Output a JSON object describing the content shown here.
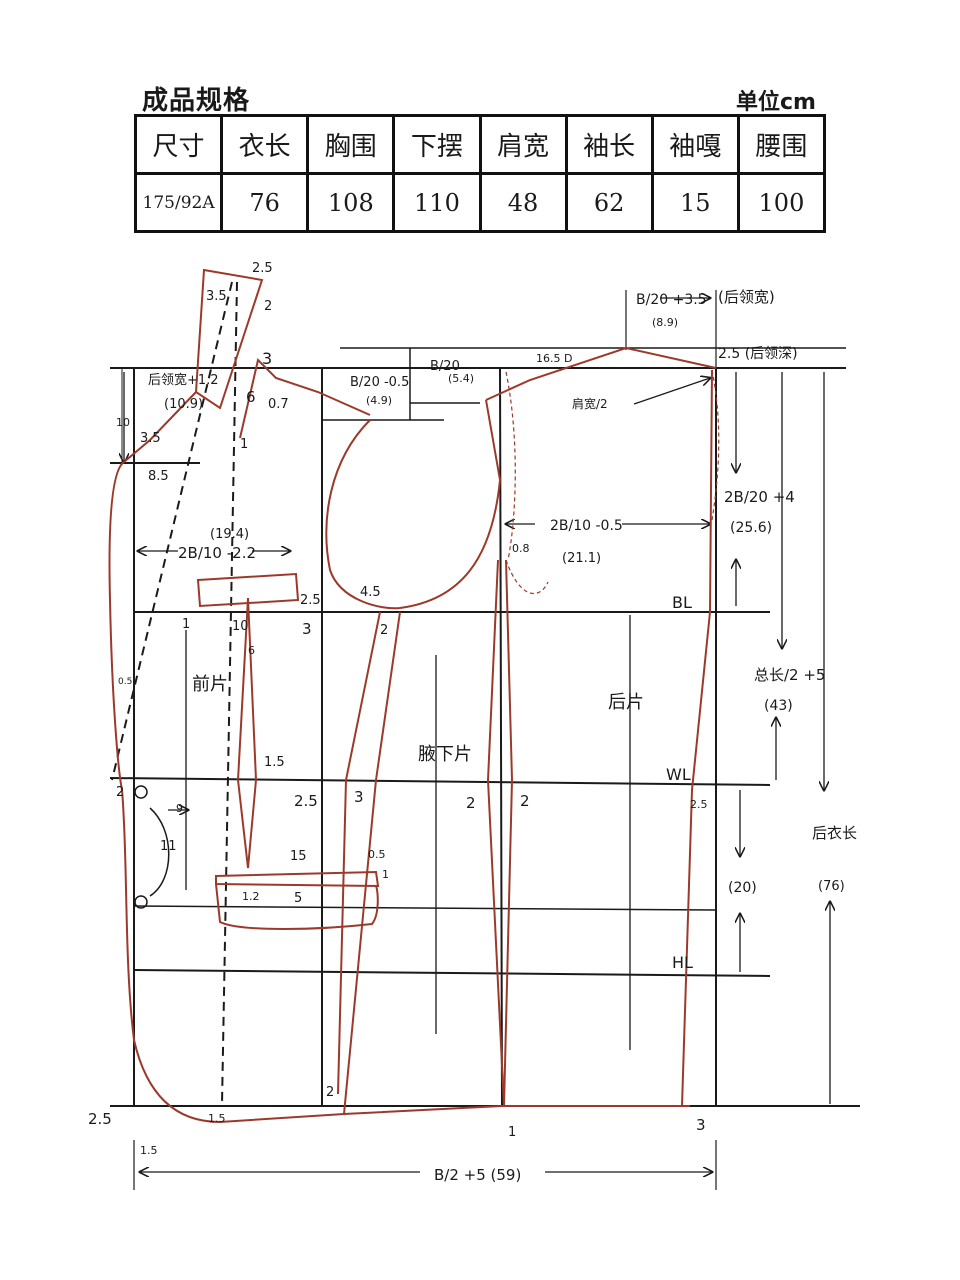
{
  "spec": {
    "title": "成品规格",
    "unit": "单位cm",
    "headers": [
      "尺寸",
      "衣长",
      "胸围",
      "下摆",
      "肩宽",
      "袖长",
      "袖嘎",
      "腰围"
    ],
    "values": [
      "175/92A",
      "76",
      "108",
      "110",
      "48",
      "62",
      "15",
      "100"
    ]
  },
  "colors": {
    "construction": "#1a1a1a",
    "pattern": "#9b3a2a"
  },
  "labels": {
    "collar_25": "2.5",
    "collar_35": "3.5",
    "collar_2": "2",
    "collar_3": "3",
    "front_neck_width": "后领宽+1.2",
    "front_neck_width_val": "(10.9)",
    "neck_6": "6",
    "neck_1": "1",
    "neck_07": "0.7",
    "lapel_10": "10",
    "lapel_35": "3.5",
    "lapel_85": "8.5",
    "front_width": "2B/10 -2.2",
    "front_width_val": "(19.4)",
    "armhole_depth": "B/20 -0.5",
    "armhole_depth_val": "(4.9)",
    "back_depth": "B/20",
    "back_depth_val": "(5.4)",
    "back_neck_width": "B/20 +3.5",
    "back_neck_width_name": "(后领宽)",
    "back_neck_width_val": "(8.9)",
    "back_neck_depth": "2.5 (后领深)",
    "shoulder_angle": "16.5 D",
    "shoulder_half": "肩宽/2",
    "back_width": "2B/10 -0.5",
    "back_width_val": "(21.1)",
    "armhole_level": "2B/20 +4",
    "armhole_level_val": "(25.6)",
    "waist_level": "总长/2 +5",
    "waist_level_val": "(43)",
    "back_length": "后衣长",
    "back_length_val": "(76)",
    "hip_drop": "(20)",
    "hem_width": "B/2 +5 (59)",
    "bl": "BL",
    "wl": "WL",
    "hl": "HL",
    "front_panel": "前片",
    "side_panel": "腋下片",
    "back_panel": "后片",
    "breast_pocket_25": "2.5",
    "breast_pocket_1": "1",
    "breast_pocket_10": "10",
    "breast_pocket_3": "3",
    "dart_6": "6",
    "dart_15": "1.5",
    "side_45": "4.5",
    "side_2a": "2",
    "side_25": "2.5",
    "side_3": "3",
    "back_2a": "2",
    "back_2b": "2",
    "back_08": "0.8",
    "waist_25": "2.5",
    "front_2": "2",
    "button_9": "9",
    "button_11": "11",
    "front_05": "0.5",
    "pocket_15": "15",
    "pocket_05": "0.5",
    "pocket_1": "1",
    "pocket_12": "1.2",
    "pocket_5": "5",
    "hem_25": "2.5",
    "hem_15a": "1.5",
    "hem_15b": "1.5",
    "hem_2": "2",
    "hem_1": "1",
    "hem_3": "3"
  }
}
